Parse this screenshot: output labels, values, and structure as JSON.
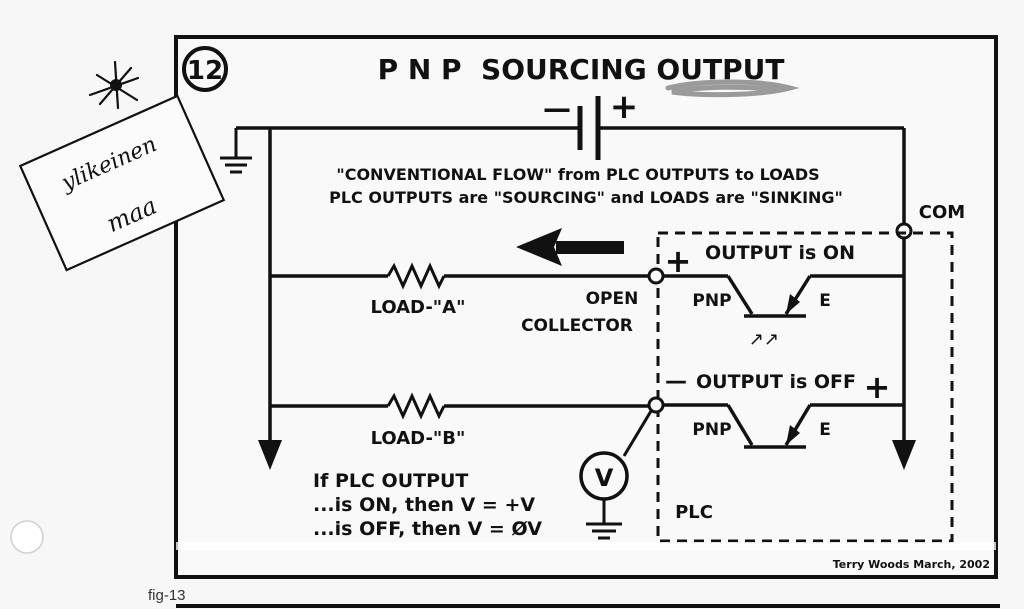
{
  "panel": {
    "number": "12",
    "title": "P N P  SOURCING OUTPUT"
  },
  "battery": {
    "minus": "—",
    "plus": "+"
  },
  "notes": {
    "line1": "\"CONVENTIONAL FLOW\" from PLC OUTPUTS to LOADS",
    "line2": "PLC OUTPUTS are \"SOURCING\" and LOADS are \"SINKING\""
  },
  "labels": {
    "com": "COM",
    "output_on": "OUTPUT is ON",
    "output_on_sign": "+",
    "output_off": "OUTPUT is OFF",
    "output_off_minus": "—",
    "output_off_plus": "+",
    "load_a": "LOAD-\"A\"",
    "load_b": "LOAD-\"B\"",
    "open": "OPEN",
    "collector": "COLLECTOR",
    "pnp_a": "PNP",
    "pnp_b": "PNP",
    "e_a": "E",
    "e_b": "E",
    "light": "↗↗",
    "voltmeter": "V",
    "plc": "PLC"
  },
  "condition": {
    "line1": "If PLC OUTPUT",
    "line2": "...is ON, then V = +V",
    "line3": "...is OFF, then V = ØV"
  },
  "sticky_note": {
    "line1": "ylikeinen",
    "line2": "maa"
  },
  "credit": "Terry Woods  March, 2002",
  "caption": "fig-13"
}
